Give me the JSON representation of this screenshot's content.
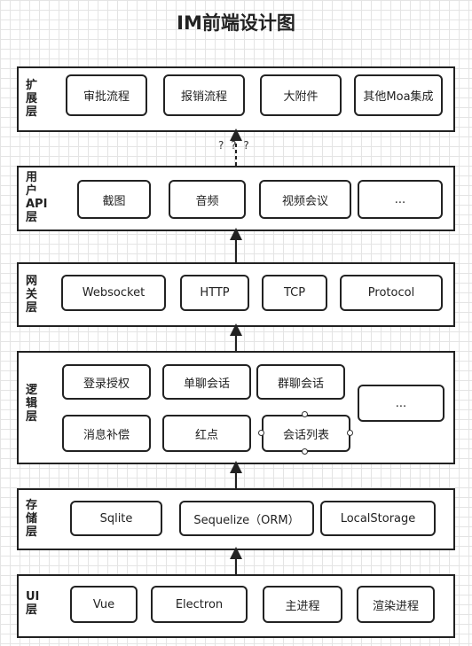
{
  "title": "IM前端设计图",
  "layers": {
    "extension": {
      "label": [
        "扩",
        "展",
        "层"
      ],
      "items": [
        "审批流程",
        "报销流程",
        "大附件",
        "其他Moa集成"
      ]
    },
    "user_api": {
      "label": [
        "用",
        "户",
        "API",
        "层"
      ],
      "items": [
        "截图",
        "音频",
        "视频会议",
        "..."
      ]
    },
    "gateway": {
      "label": [
        "网",
        "关",
        "层"
      ],
      "items": [
        "Websocket",
        "HTTP",
        "TCP",
        "Protocol"
      ]
    },
    "logic": {
      "label": [
        "逻",
        "辑",
        "层"
      ],
      "items": [
        "登录授权",
        "单聊会话",
        "群聊会话",
        "消息补偿",
        "红点",
        "会话列表",
        "..."
      ]
    },
    "storage": {
      "label": [
        "存",
        "储",
        "层"
      ],
      "items": [
        "Sqlite",
        "Sequelize（ORM）",
        "LocalStorage"
      ]
    },
    "ui": {
      "label": [
        "UI",
        "层"
      ],
      "items": [
        "Vue",
        "Electron",
        "主进程",
        "渲染进程"
      ]
    }
  },
  "connector_note": "? ? ?"
}
